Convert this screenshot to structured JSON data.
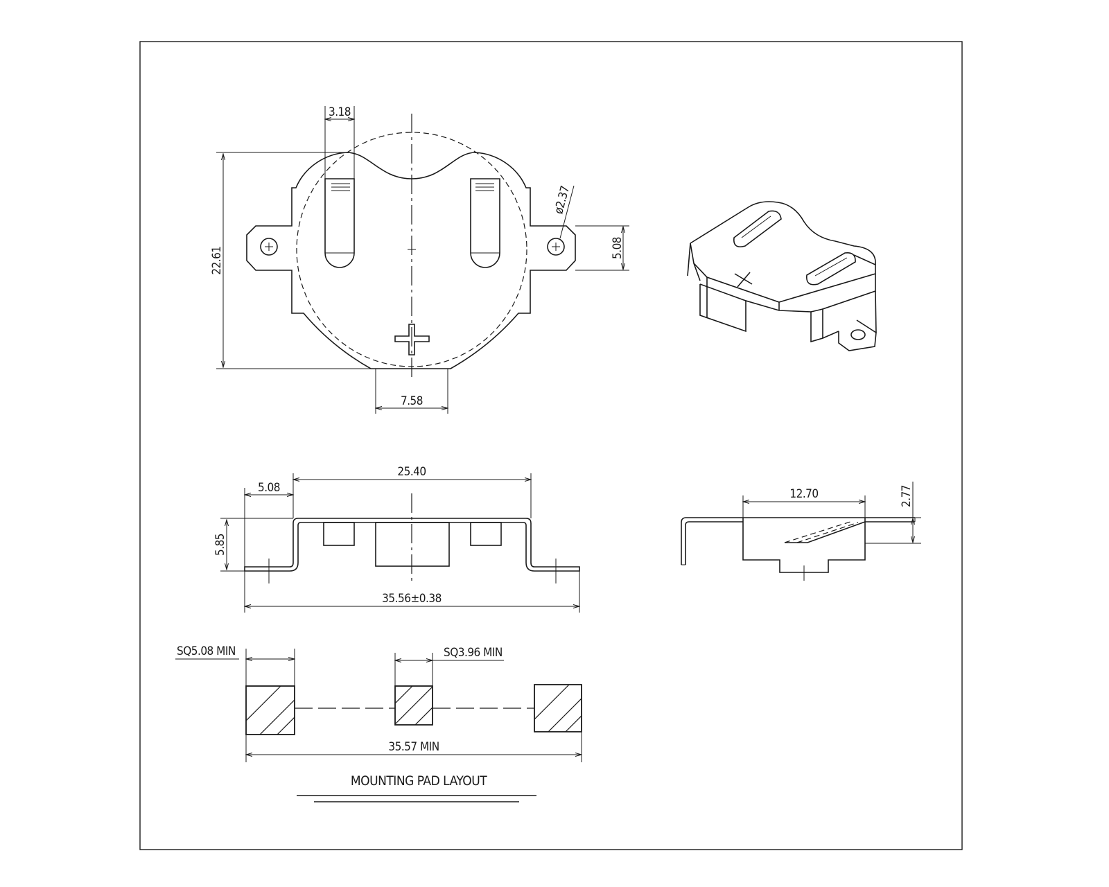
{
  "dimensions": {
    "tab_width": "3.18",
    "hole_diameter": "ø2.37",
    "overall_height": "22.61",
    "tab_height": "5.08",
    "bottom_tab_width": "7.58",
    "pin_pitch": "25.40",
    "side_offset": "5.08",
    "body_height": "5.85",
    "overall_length": "35.56±0.38",
    "side_length": "12.70",
    "side_thickness": "2.77"
  },
  "pad_layout": {
    "outer_pad_label": "SQ5.08 MIN",
    "center_pad_label": "SQ3.96 MIN",
    "span_label": "35.57 MIN",
    "title": "MOUNTING PAD LAYOUT"
  }
}
